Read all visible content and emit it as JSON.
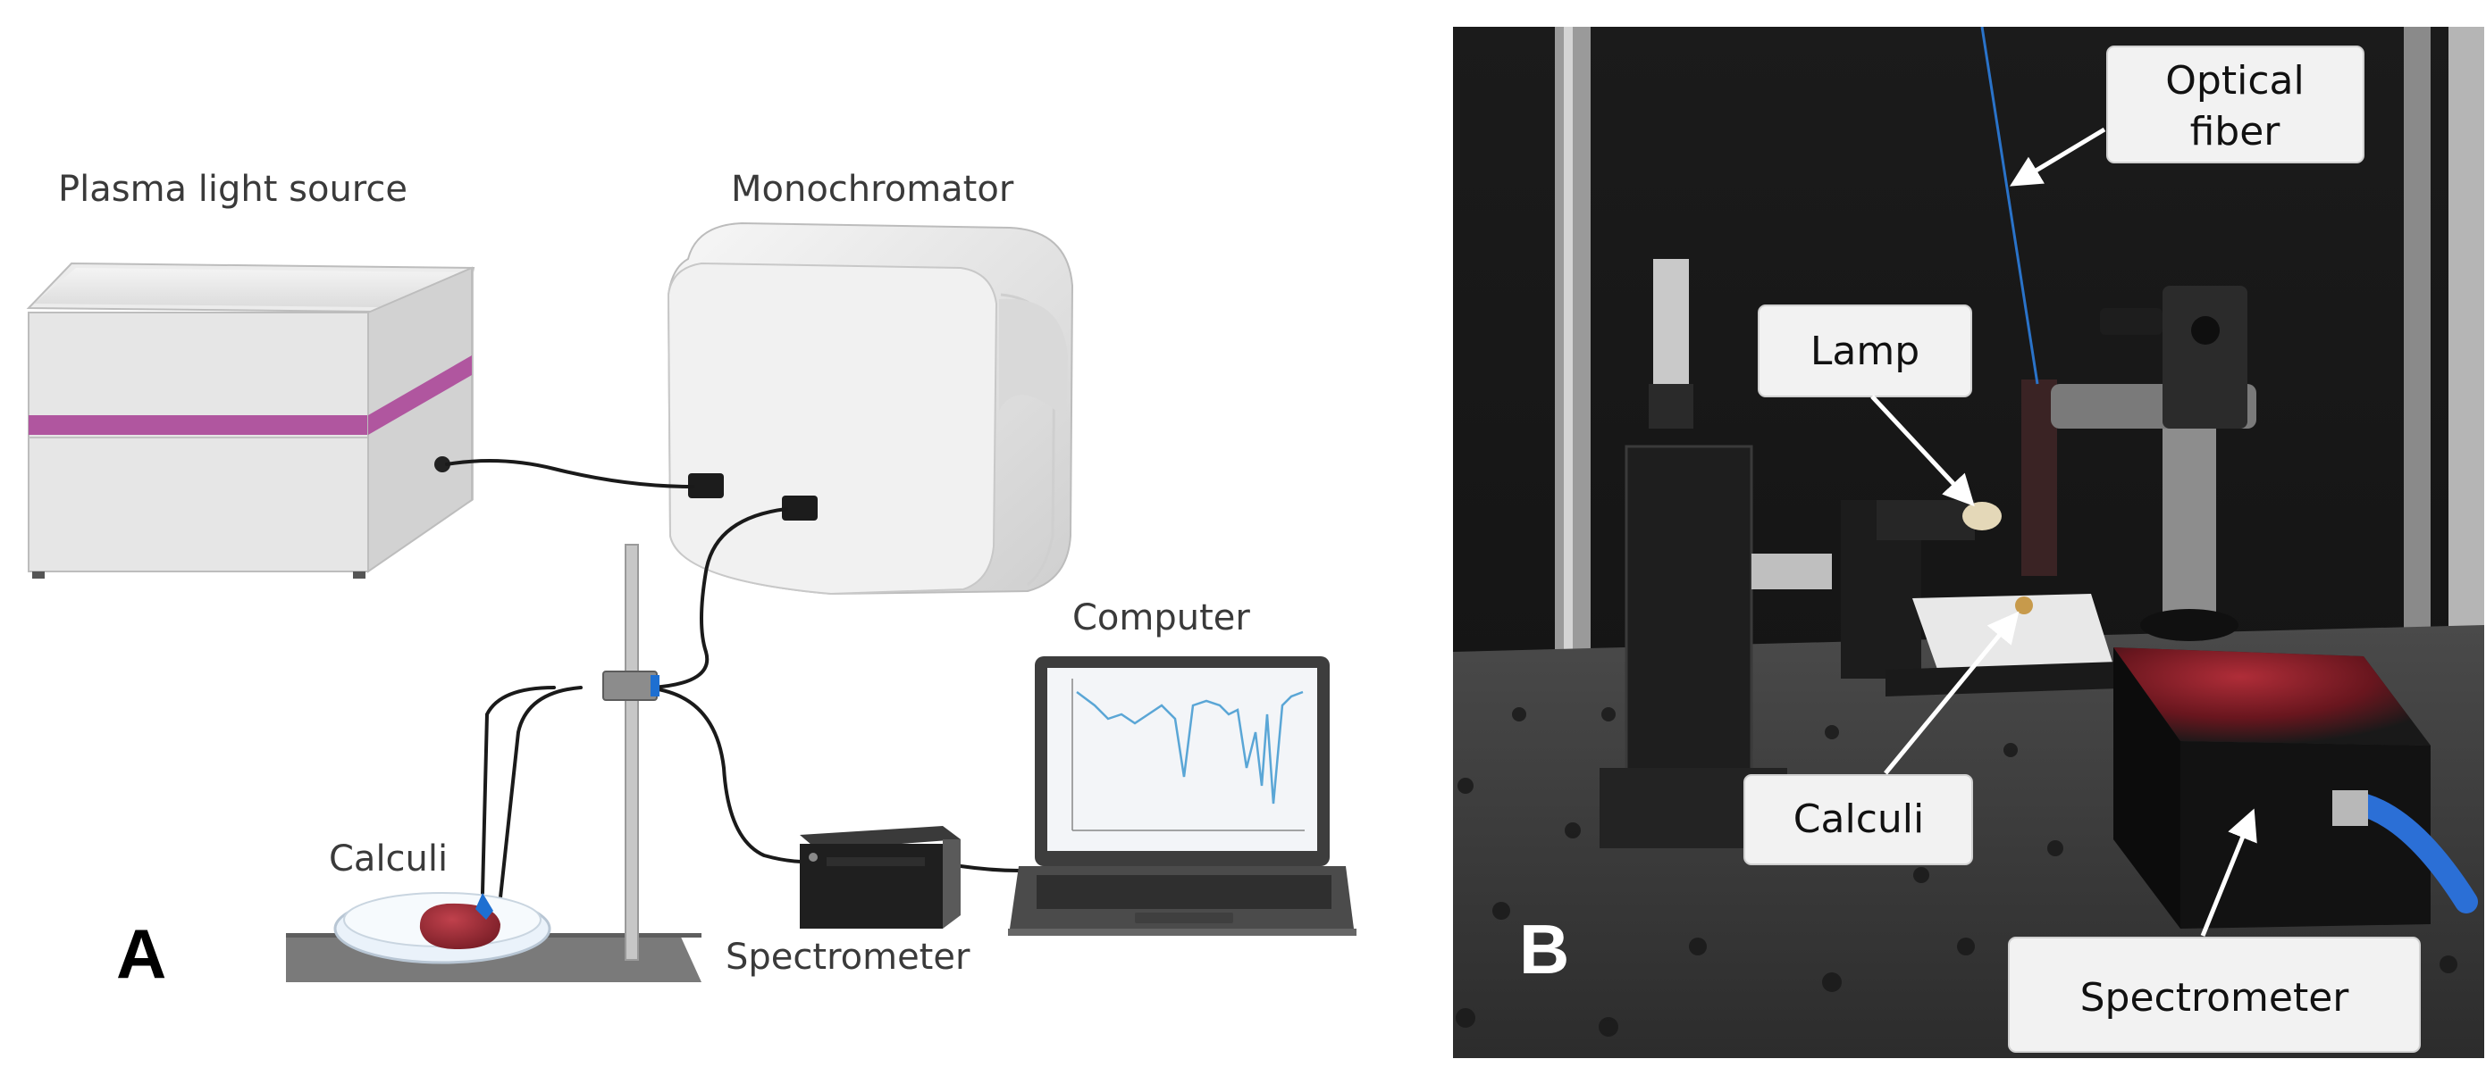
{
  "panel_a": {
    "letter": "A",
    "labels": {
      "plasma_light_source": "Plasma light source",
      "monochromator": "Monochromator",
      "computer": "Computer",
      "calculi": "Calculi",
      "spectrometer": "Spectrometer"
    },
    "colors": {
      "source_stripe": "#b0569f",
      "device_body": "#d6d6d6",
      "sample": "#9b2f3a",
      "probe_tip": "#1e6fd1",
      "cable": "#1a1a1a"
    }
  },
  "panel_b": {
    "letter": "B",
    "callouts": {
      "optical_fiber": "Optical fiber",
      "lamp": "Lamp",
      "calculi": "Calculi",
      "spectrometer": "Spectrometer"
    },
    "colors": {
      "callout_bg": "#f2f2f2",
      "fiber": "#2a73c9",
      "spectrometer_accent": "#c0222e",
      "usb_cable": "#2b6fd6"
    }
  }
}
